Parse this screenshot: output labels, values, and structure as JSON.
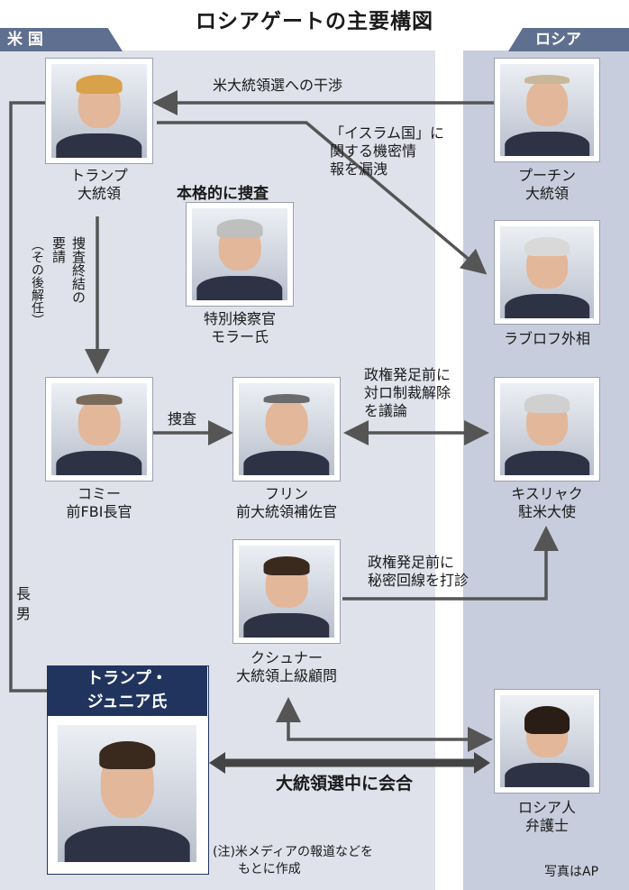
{
  "title": "ロシアゲートの主要構図",
  "regions": {
    "us": "米 国",
    "russia": "ロシア"
  },
  "people": {
    "trump": {
      "line1": "トランプ",
      "line2": "大統領"
    },
    "putin": {
      "line1": "プーチン",
      "line2": "大統領"
    },
    "lavrov": {
      "line1": "ラブロフ外相"
    },
    "mueller": {
      "heading": "本格的に捜査",
      "line1": "特別検察官",
      "line2": "モラー氏"
    },
    "comey": {
      "line1": "コミー",
      "line2": "前FBI長官"
    },
    "flynn": {
      "line1": "フリン",
      "line2": "前大統領補佐官"
    },
    "kislyak": {
      "line1": "キスリャク",
      "line2": "駐米大使"
    },
    "kushner": {
      "line1": "クシュナー",
      "line2": "大統領上級顧問"
    },
    "trump_jr": {
      "line1": "トランプ・",
      "line2": "ジュニア氏"
    },
    "lawyer": {
      "line1": "ロシア人",
      "line2": "弁護士"
    }
  },
  "relations": {
    "putin_trump": "米大統領選への干渉",
    "trump_lavrov": [
      "「イスラム国」に",
      "関する機密情",
      "報を漏洩"
    ],
    "trump_comey_main": [
      "捜査終結の",
      "要請"
    ],
    "trump_comey_sub": "（その後解任）",
    "comey_flynn": "捜査",
    "flynn_kislyak": [
      "政権発足前に",
      "対ロ制裁解除",
      "を議論"
    ],
    "kushner_kislyak": [
      "政権発足前に",
      "秘密回線を打診"
    ],
    "trump_jr_son": [
      "長",
      "男"
    ],
    "meeting": "大統領選中に会合"
  },
  "footnote": [
    "(注)米メディアの報道などを",
    "もとに作成"
  ],
  "credit": "写真はAP"
}
